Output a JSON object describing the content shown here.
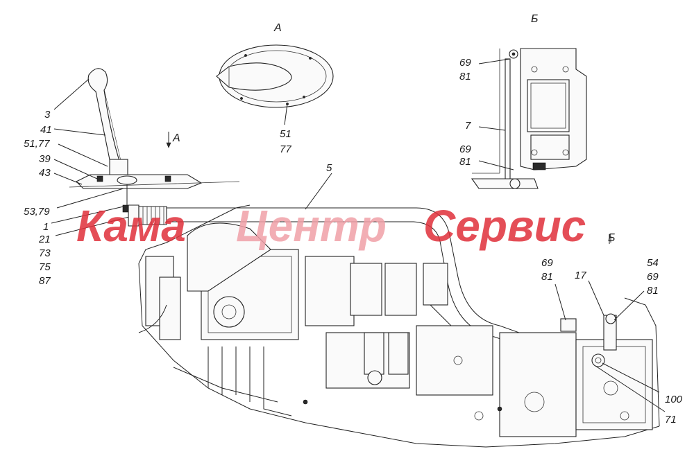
{
  "labels": {
    "view_a": "А",
    "view_b": "Б",
    "view_a_marker": "А",
    "view_b_marker": "Б",
    "l3": "3",
    "l41": "41",
    "l51_77": "51,77",
    "l39": "39",
    "l43": "43",
    "l53_79": "53,79",
    "l1": "1",
    "l21": "21",
    "l73": "73",
    "l75": "75",
    "l87": "87",
    "l5": "5",
    "a51": "51",
    "a77": "77",
    "b69_top": "69",
    "b81_top": "81",
    "b7": "7",
    "b69_mid": "69",
    "b81_mid": "81",
    "r69": "69",
    "r81": "81",
    "r17": "17",
    "r54": "54",
    "r69b": "69",
    "r81b": "81",
    "r100": "100",
    "r71": "71"
  },
  "watermark": {
    "part1": "Кама",
    "part2": "Центр",
    "part3": "Сервис"
  },
  "colors": {
    "watermark_red": "#e0303a",
    "watermark_pink": "#f0a0a8",
    "line": "#222222"
  }
}
